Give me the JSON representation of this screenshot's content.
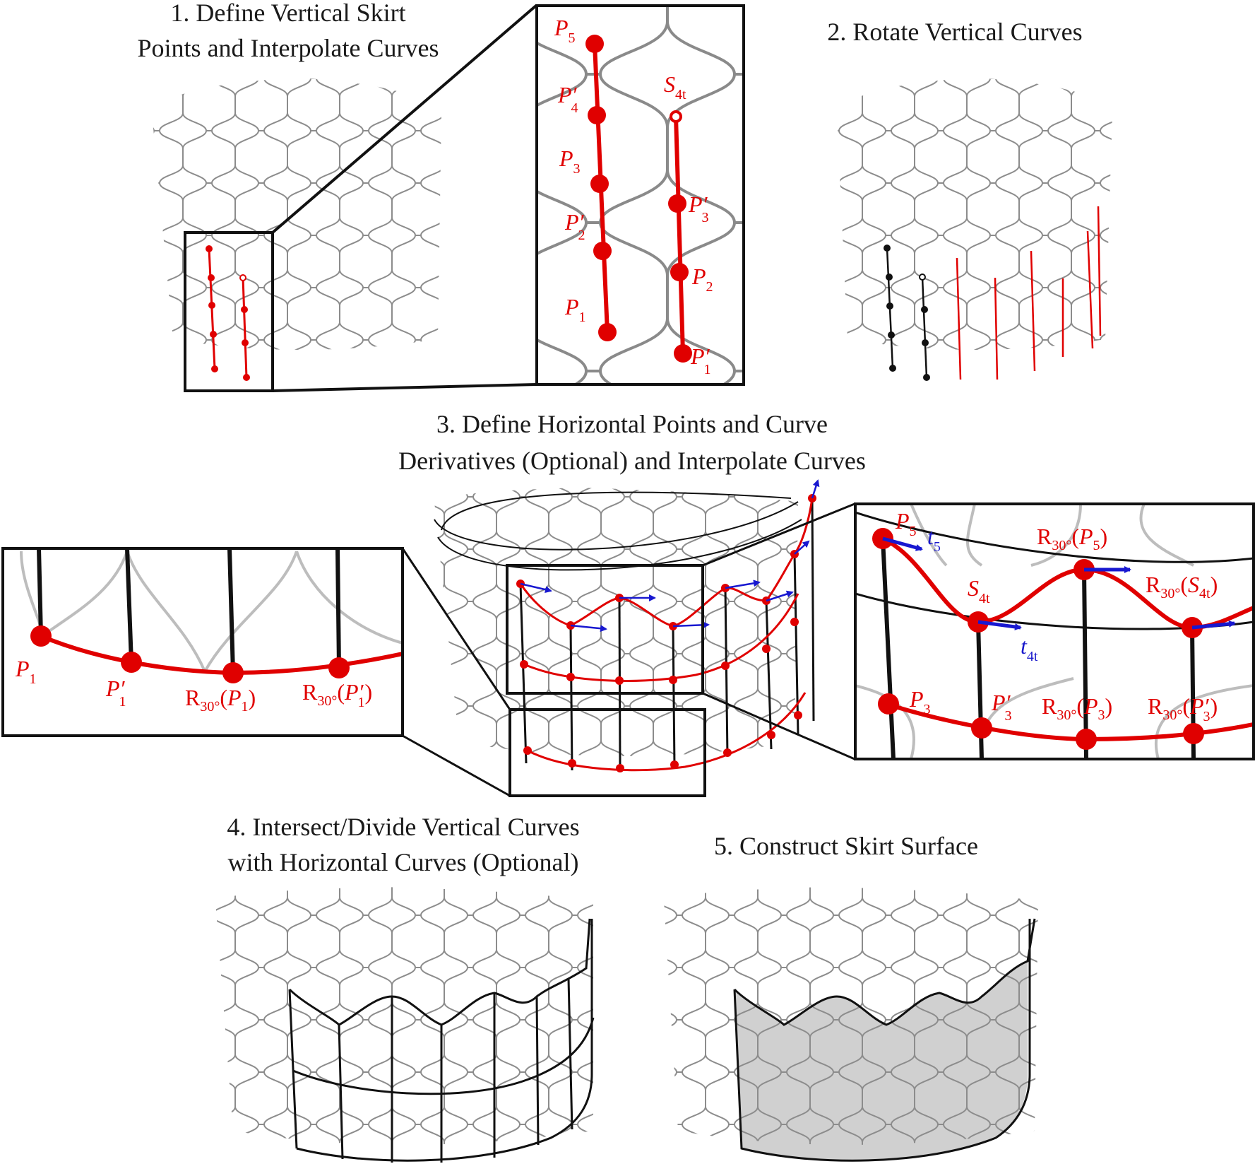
{
  "steps": {
    "s1_line1": "1. Define Vertical Skirt",
    "s1_line2": "Points and Interpolate Curves",
    "s2": "2. Rotate Vertical Curves",
    "s3_line1": "3. Define Horizontal Points and Curve",
    "s3_line2": "Derivatives (Optional) and Interpolate Curves",
    "s4_line1": "4. Intersect/Divide Vertical Curves",
    "s4_line2": "with Horizontal Curves (Optional)",
    "s5": "5. Construct Skirt Surface"
  },
  "labels": {
    "P": "P",
    "S": "S",
    "t": "t",
    "R": "R",
    "prime": "′",
    "sub_1": "1",
    "sub_2": "2",
    "sub_3": "3",
    "sub_4": "4",
    "sub_5": "5",
    "sub_4t": "4t",
    "sub_30": "30°",
    "open_paren": "(",
    "close_paren": ")"
  },
  "colors": {
    "curve_red": "#e00000",
    "tangent_blue": "#1818d0",
    "frame_black": "#111111",
    "mesh_gray": "#8c8c8c",
    "skirt_fill": "#d0d0d0"
  }
}
